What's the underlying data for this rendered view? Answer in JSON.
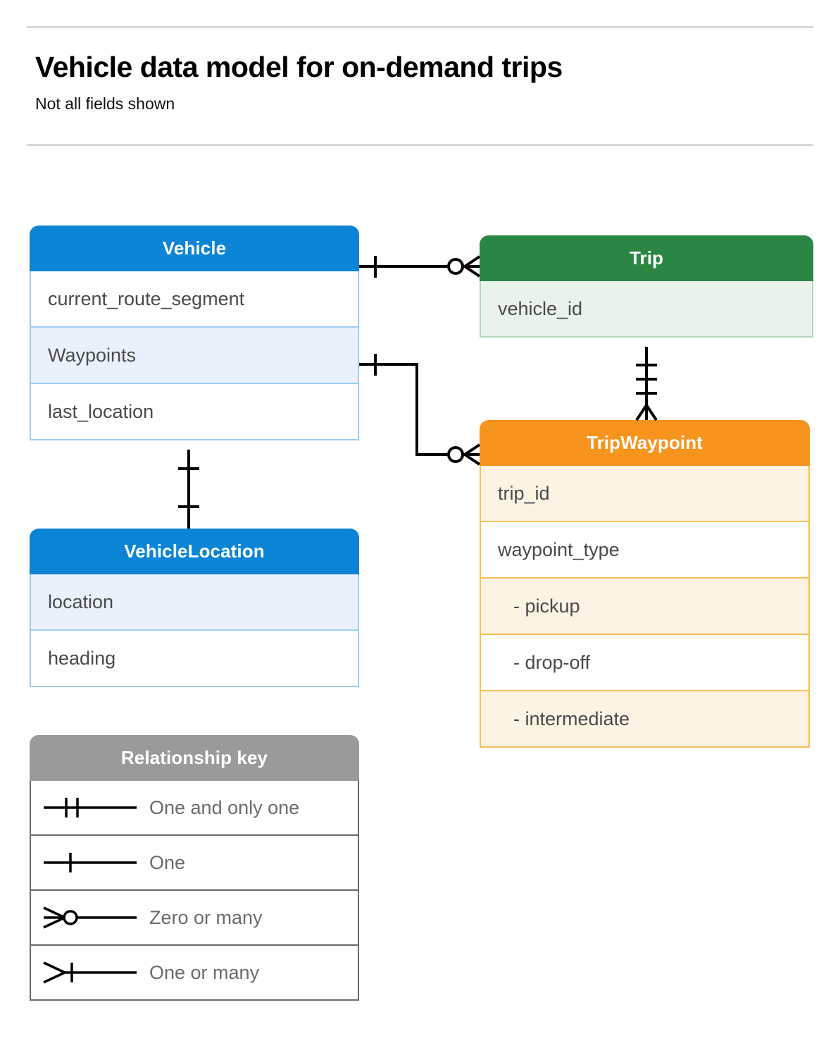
{
  "header": {
    "title": "Vehicle data model for on-demand trips",
    "subtitle": "Not all fields shown"
  },
  "palette": {
    "blue": "#0b84d6",
    "blue_row": "#e9f2fc",
    "blue_border": "#9ecdf2",
    "green": "#2b8543",
    "green_row": "#e9f3ec",
    "green_border": "#afd7b9",
    "orange": "#f7941e",
    "orange_row": "#fdf3e3",
    "orange_border": "#fabf59",
    "gray": "#9a9a9a",
    "gray_row": "#ebebeb",
    "rule": "#d8d8d8",
    "field_text": "#4a4a4a",
    "connector": "#000000"
  },
  "entities": [
    {
      "id": "vehicle",
      "name": "Vehicle",
      "theme": "blue",
      "fields": [
        {
          "label": "current_route_segment",
          "shaded": false,
          "indent": false
        },
        {
          "label": "Waypoints",
          "shaded": true,
          "indent": false
        },
        {
          "label": "last_location",
          "shaded": false,
          "indent": false
        }
      ]
    },
    {
      "id": "trip",
      "name": "Trip",
      "theme": "green",
      "fields": [
        {
          "label": "vehicle_id",
          "shaded": true,
          "indent": false
        }
      ]
    },
    {
      "id": "tripwaypoint",
      "name": "TripWaypoint",
      "theme": "orange",
      "fields": [
        {
          "label": "trip_id",
          "shaded": true,
          "indent": false
        },
        {
          "label": "waypoint_type",
          "shaded": false,
          "indent": false
        },
        {
          "label": "-  pickup",
          "shaded": true,
          "indent": true
        },
        {
          "label": "-  drop-off",
          "shaded": false,
          "indent": true
        },
        {
          "label": "-  intermediate",
          "shaded": true,
          "indent": true
        }
      ]
    },
    {
      "id": "vehiclelocation",
      "name": "VehicleLocation",
      "theme": "blue",
      "fields": [
        {
          "label": "location",
          "shaded": true,
          "indent": false
        },
        {
          "label": "heading",
          "shaded": false,
          "indent": false
        }
      ]
    }
  ],
  "legend": {
    "title": "Relationship key",
    "theme": "gray",
    "rows": [
      {
        "label": "One and only one",
        "symbol": "one-and-only-one",
        "shaded": true
      },
      {
        "label": "One",
        "symbol": "one",
        "shaded": false
      },
      {
        "label": "Zero or many",
        "symbol": "zero-or-many",
        "shaded": true
      },
      {
        "label": "One or many",
        "symbol": "one-or-many",
        "shaded": false
      }
    ]
  },
  "relationships": [
    {
      "id": "vehicle-trip",
      "from": "Vehicle",
      "to": "Trip",
      "from_cardinality": "One",
      "to_cardinality": "Zero or many"
    },
    {
      "id": "vehicle-waypoints-tripwaypoint",
      "from": "Vehicle.Waypoints",
      "to": "TripWaypoint",
      "from_cardinality": "One",
      "to_cardinality": "Zero or many"
    },
    {
      "id": "trip-tripwaypoint",
      "from": "Trip",
      "to": "TripWaypoint",
      "from_cardinality": "One and only one",
      "to_cardinality": "One or many"
    },
    {
      "id": "vehicle-vehiclelocation",
      "from": "Vehicle",
      "to": "VehicleLocation",
      "from_cardinality": "One",
      "to_cardinality": "One"
    }
  ]
}
